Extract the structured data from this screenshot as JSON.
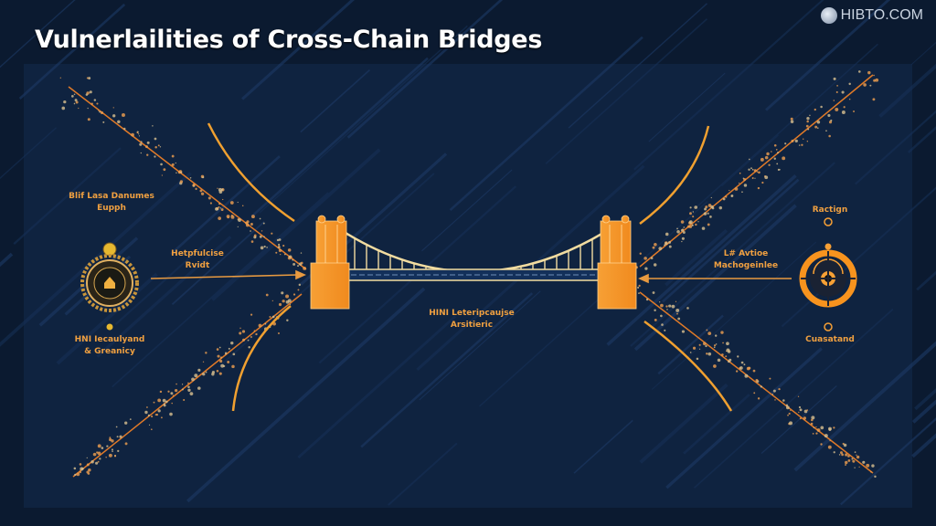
{
  "title": "Vulnerlailities of Cross-Chain Bridges",
  "brand": {
    "name": "HIBTO.COM",
    "icon": "globe-logo-icon"
  },
  "labels": {
    "top_left": [
      "Blif Lasa Danumes",
      "Eupph"
    ],
    "left_arrow": [
      "Hetpfulcise",
      "Rvidt"
    ],
    "bottom_left": [
      "HNI Iecaulyand",
      "& Greanicy"
    ],
    "top_right": [
      "Ractign"
    ],
    "right_arrow": [
      "L# Avtioe",
      "Machogeinlee"
    ],
    "bottom_right": [
      "Cuasatand"
    ],
    "center": [
      "HINI Leteripcaujse",
      "Arsitieric"
    ]
  },
  "colors": {
    "background": "#0f2340",
    "accent": "#f7931e",
    "text": "#f0a040",
    "cable": "#f2dca0"
  }
}
